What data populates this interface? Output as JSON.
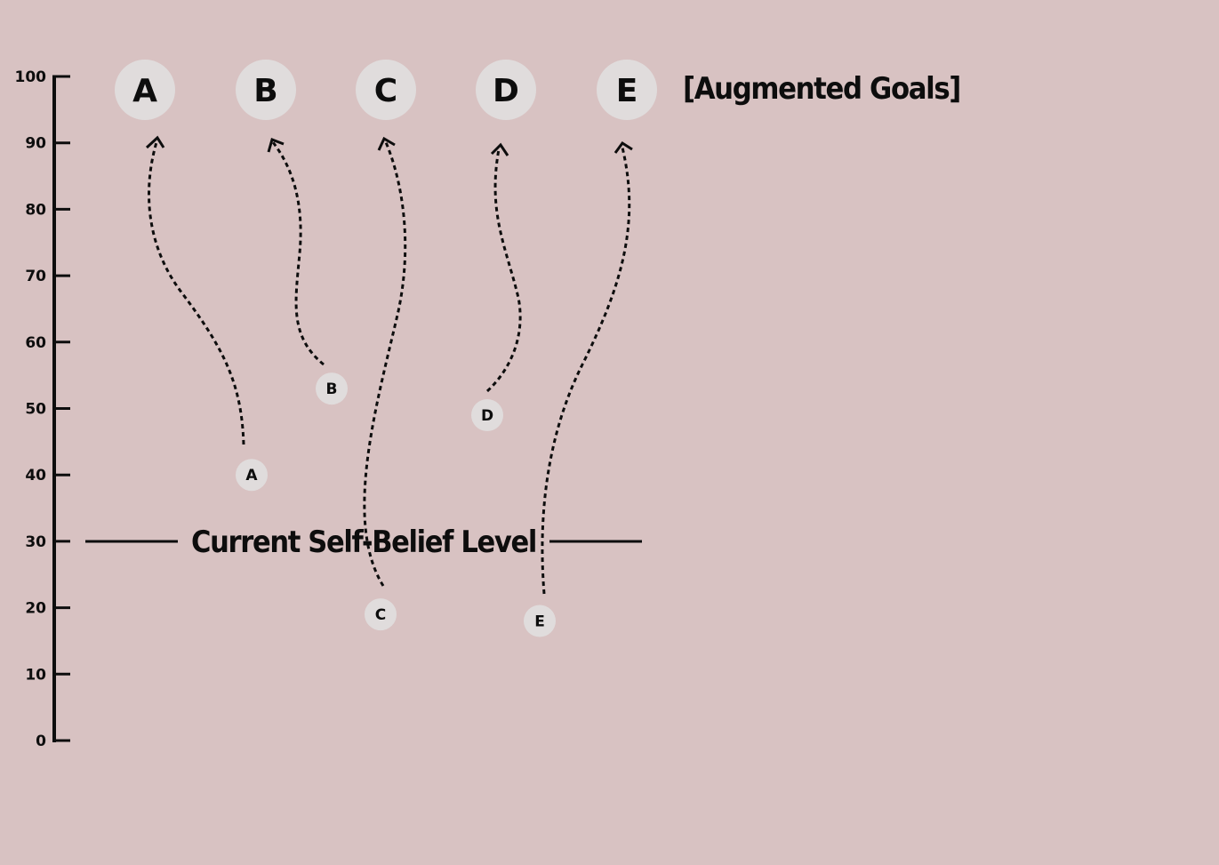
{
  "axis": {
    "ticks": [
      "0",
      "10",
      "20",
      "30",
      "40",
      "50",
      "60",
      "70",
      "80",
      "90",
      "100"
    ]
  },
  "goals_label": "[Augmented Goals]",
  "baseline_label": "Current Self-Belief Level",
  "goals": [
    {
      "id": "A",
      "current": 40,
      "target": 90
    },
    {
      "id": "B",
      "current": 53,
      "target": 90
    },
    {
      "id": "C",
      "current": 19,
      "target": 90
    },
    {
      "id": "D",
      "current": 49,
      "target": 89
    },
    {
      "id": "E",
      "current": 18,
      "target": 89
    }
  ],
  "baseline_value": 30,
  "colors": {
    "background": "#d8c2c2",
    "ink": "#0d0d0d",
    "circle": "#e0dcdc"
  }
}
